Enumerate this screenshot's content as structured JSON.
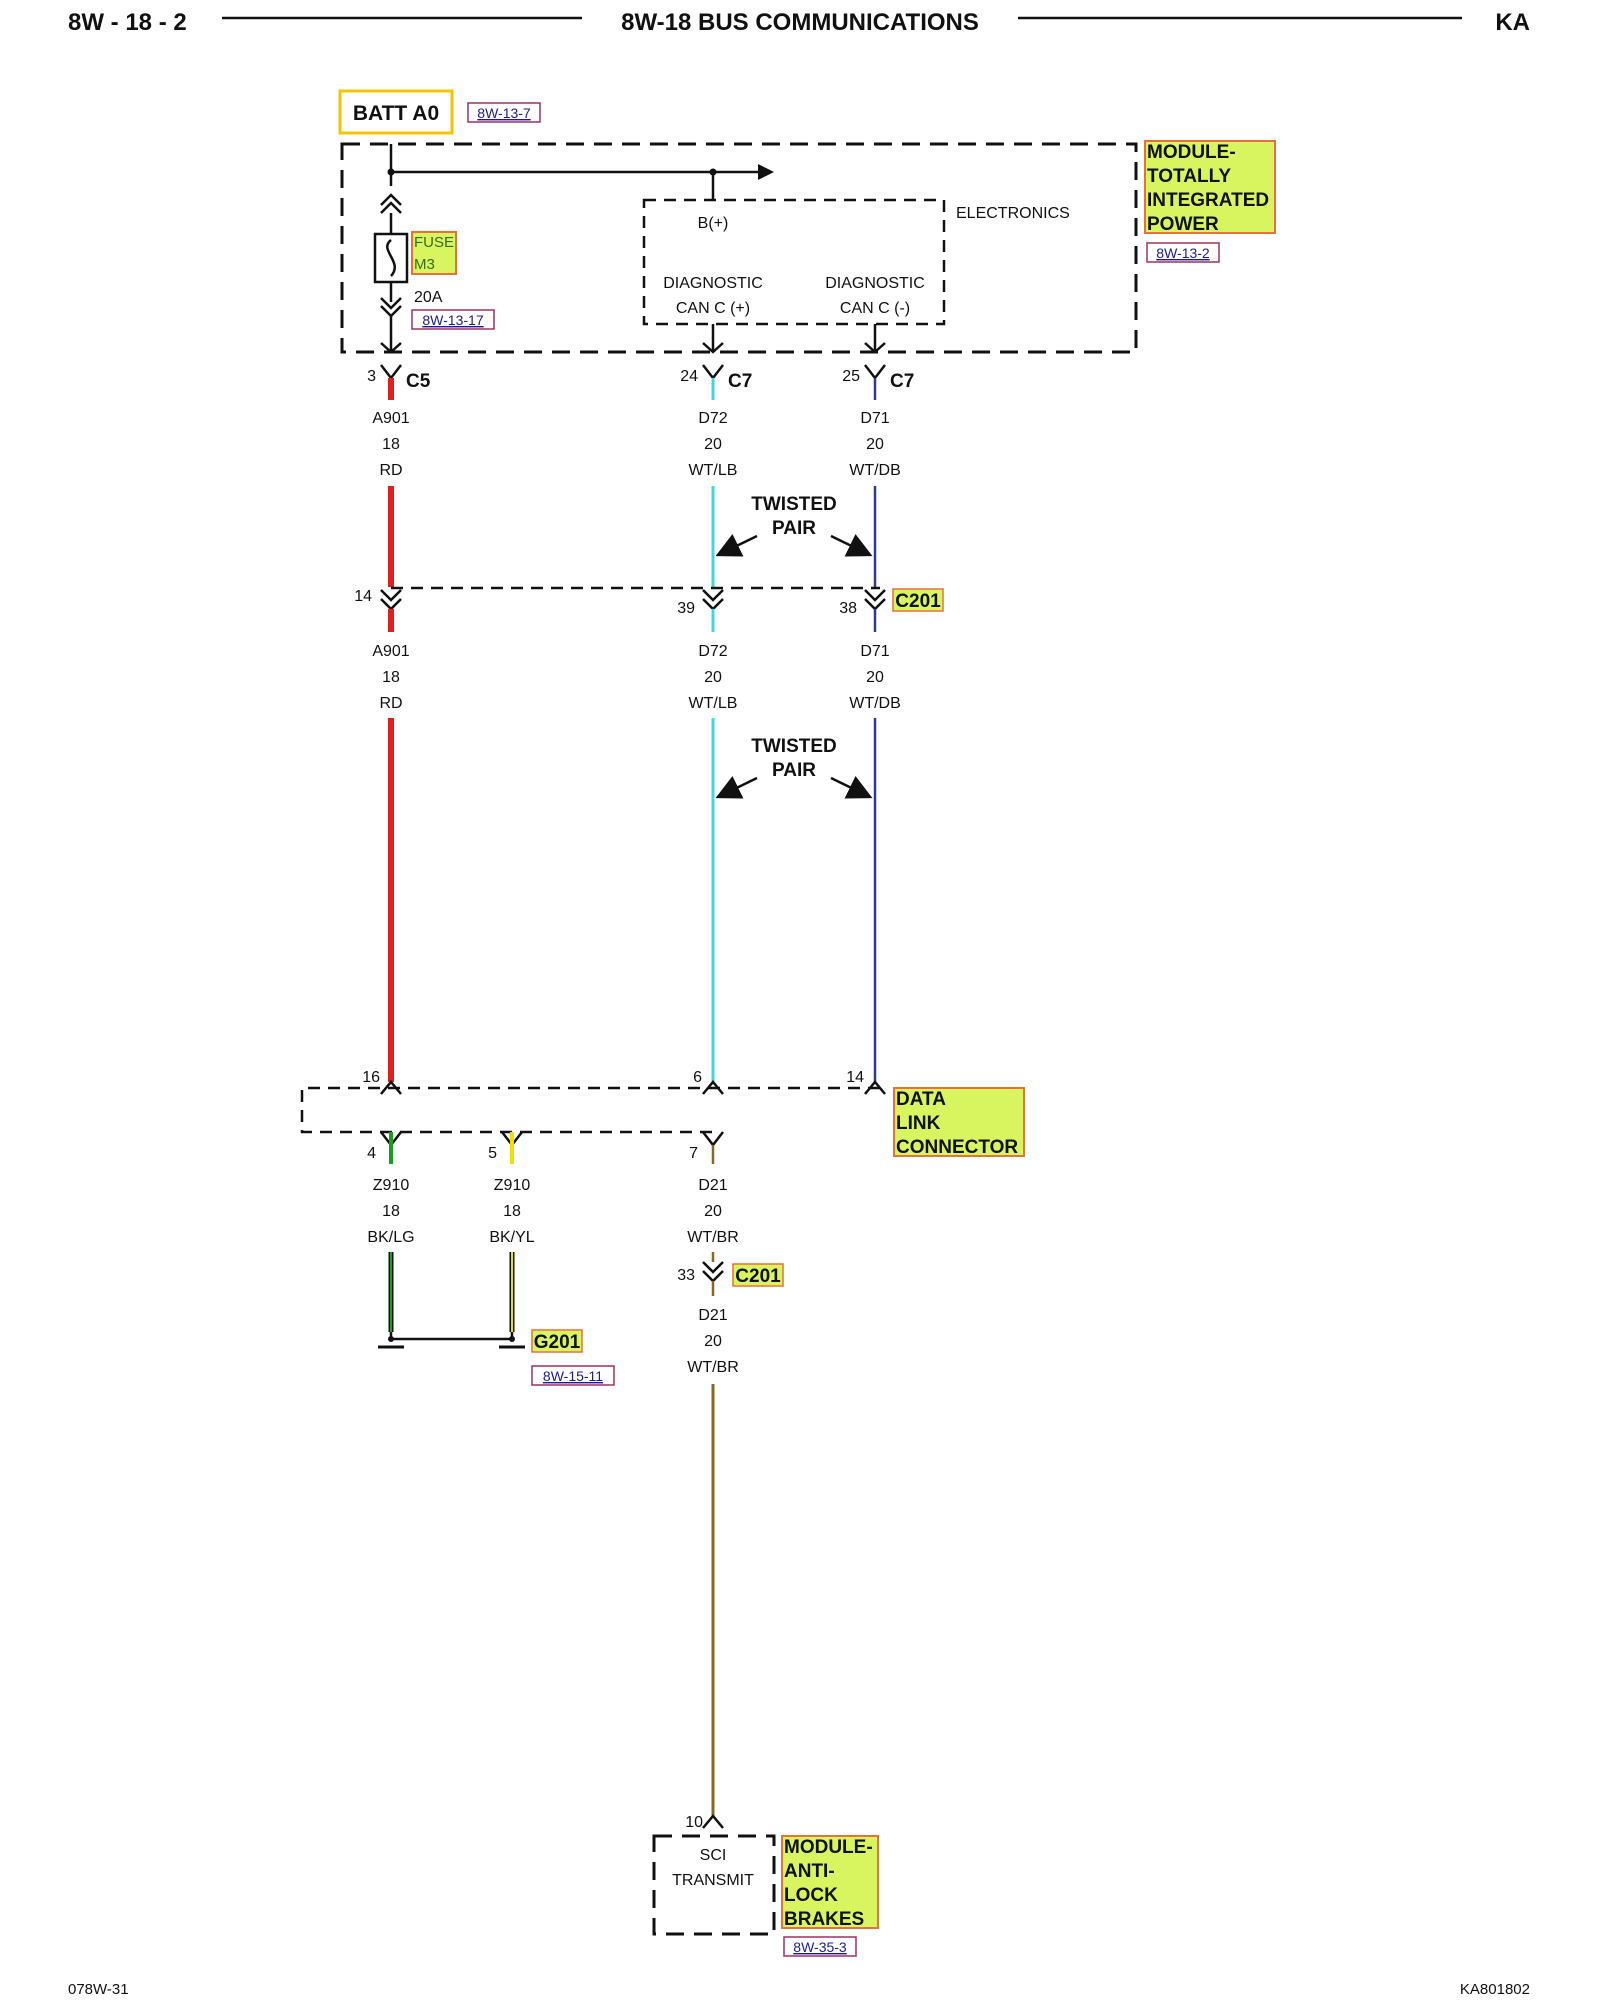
{
  "header": {
    "left": "8W - 18 - 2",
    "title": "8W-18 BUS COMMUNICATIONS",
    "right": "KA"
  },
  "footer": {
    "left": "078W-31",
    "right": "KA801802"
  },
  "colors": {
    "red": "#e02020",
    "light_blue": "#40d8e0",
    "dark_blue": "#303a90",
    "green": "#18a018",
    "yellow": "#f0e000",
    "brown": "#8a6a20",
    "label_bg": "#d8f560",
    "label_border": "#e8703a",
    "batt_border": "#f5c400"
  },
  "batt": {
    "label": "BATT A0",
    "ref": "8W-13-7"
  },
  "tipm": {
    "name_lines": [
      "MODULE-",
      "TOTALLY",
      "INTEGRATED",
      "POWER"
    ],
    "ref": "8W-13-2",
    "fuse_lines": [
      "FUSE",
      "M3"
    ],
    "fuse_rating": "20A",
    "fuse_ref": "8W-13-17",
    "electronics": "ELECTRONICS",
    "bplus": "B(+)",
    "diag_plus": [
      "DIAGNOSTIC",
      "CAN C (+)"
    ],
    "diag_minus": [
      "DIAGNOSTIC",
      "CAN C (-)"
    ]
  },
  "connectors_top": [
    {
      "pin": "3",
      "conn": "C5"
    },
    {
      "pin": "24",
      "conn": "C7"
    },
    {
      "pin": "25",
      "conn": "C7"
    }
  ],
  "wires_upper": [
    {
      "circuit": "A901",
      "gauge": "18",
      "color": "RD"
    },
    {
      "circuit": "D72",
      "gauge": "20",
      "color": "WT/LB"
    },
    {
      "circuit": "D71",
      "gauge": "20",
      "color": "WT/DB"
    }
  ],
  "twisted_pair": [
    "TWISTED",
    "PAIR"
  ],
  "c201_mid": {
    "label": "C201",
    "pins": [
      "14",
      "39",
      "38"
    ]
  },
  "wires_lower": [
    {
      "circuit": "A901",
      "gauge": "18",
      "color": "RD"
    },
    {
      "circuit": "D72",
      "gauge": "20",
      "color": "WT/LB"
    },
    {
      "circuit": "D71",
      "gauge": "20",
      "color": "WT/DB"
    }
  ],
  "dlc": {
    "name_lines": [
      "DATA",
      "LINK",
      "CONNECTOR"
    ],
    "pins_top": [
      "16",
      "6",
      "14"
    ],
    "pins_bottom": [
      "4",
      "5",
      "7"
    ]
  },
  "wires_dlc": [
    {
      "circuit": "Z910",
      "gauge": "18",
      "color": "BK/LG"
    },
    {
      "circuit": "Z910",
      "gauge": "18",
      "color": "BK/YL"
    },
    {
      "circuit": "D21",
      "gauge": "20",
      "color": "WT/BR"
    }
  ],
  "c201_low": {
    "pin": "33",
    "label": "C201"
  },
  "wire_d21_low": {
    "circuit": "D21",
    "gauge": "20",
    "color": "WT/BR"
  },
  "ground": {
    "label": "G201",
    "ref": "8W-15-11"
  },
  "abs": {
    "pin": "10",
    "sci": [
      "SCI",
      "TRANSMIT"
    ],
    "name_lines": [
      "MODULE-",
      "ANTI-",
      "LOCK",
      "BRAKES"
    ],
    "ref": "8W-35-3"
  }
}
